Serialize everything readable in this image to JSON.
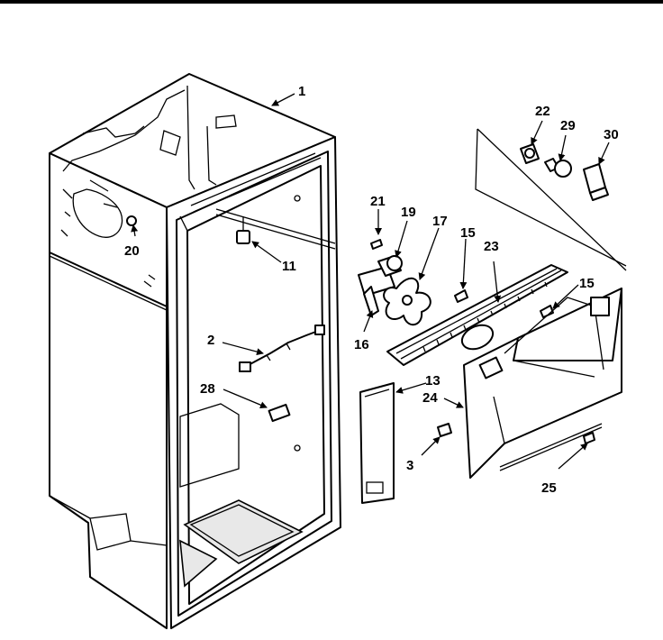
{
  "diagram": {
    "part_labels": {
      "p1": "1",
      "p2": "2",
      "p3": "3",
      "p11": "11",
      "p13": "13",
      "p15a": "15",
      "p15b": "15",
      "p16": "16",
      "p17": "17",
      "p19": "19",
      "p20": "20",
      "p21": "21",
      "p22": "22",
      "p23": "23",
      "p24": "24",
      "p25": "25",
      "p28": "28",
      "p29": "29",
      "p30": "30"
    }
  }
}
